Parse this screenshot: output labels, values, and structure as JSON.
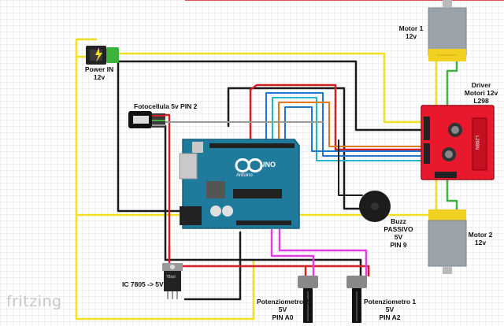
{
  "labels": {
    "power_in": [
      "Power IN",
      "12v"
    ],
    "fotocellula": "Fotocellula 5v PIN 2",
    "motor1": [
      "Motor 1",
      "12v"
    ],
    "driver": [
      "Driver",
      "Motori 12v",
      "L298"
    ],
    "motor2": [
      "Motor 2",
      "12v"
    ],
    "buzz": [
      "Buzz",
      "PASSIVO",
      "5V",
      "PIN 9"
    ],
    "ic7805": "IC 7805 -> 5V",
    "pot2": [
      "Potenziometro 2",
      "5V",
      "PIN A0"
    ],
    "pot1": [
      "Potenziometro 1",
      "5V",
      "PIN A2"
    ]
  },
  "board": {
    "name": "UNO",
    "maker": "Arduino",
    "regulator_marking": "78xxl",
    "driver_chip": "L298N"
  },
  "watermark": "fritzing",
  "colors": {
    "wire_yellow": "#f0e020",
    "wire_black": "#1a1a1a",
    "wire_red": "#d42020",
    "wire_blue": "#1e78d2",
    "wire_cyan": "#22b8c8",
    "wire_orange": "#e07a1a",
    "wire_magenta": "#e040e0",
    "wire_gray": "#9a9a9a",
    "arduino_teal": "#1f7a9c",
    "driver_red": "#e8192c",
    "motor_gray": "#9aa2aa"
  },
  "icons": [
    "lightning-icon",
    "arduino-infinity-icon"
  ]
}
